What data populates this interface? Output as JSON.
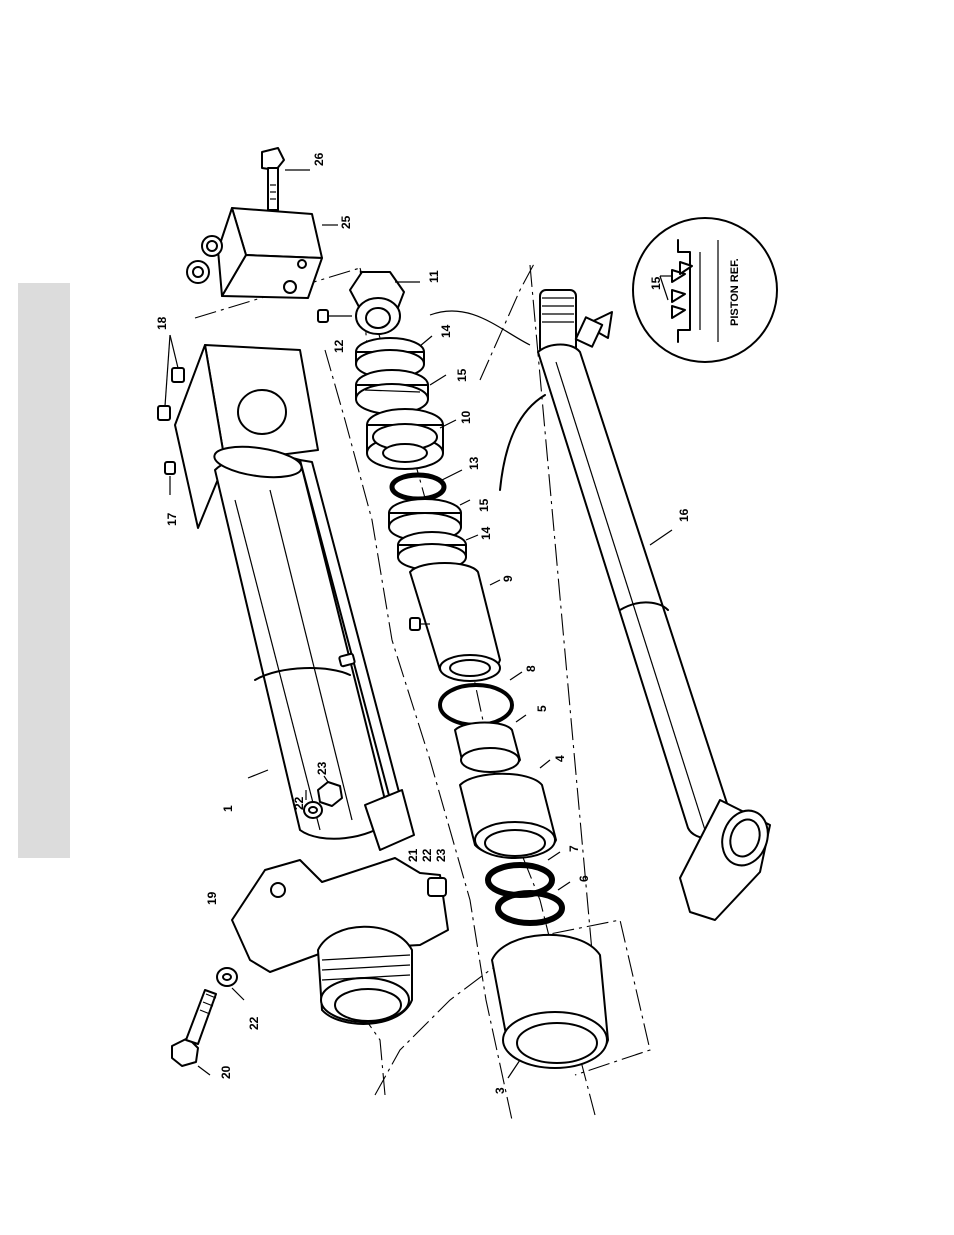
{
  "labels": {
    "p1": "1",
    "p3": "3",
    "p4": "4",
    "p5": "5",
    "p6": "6",
    "p7": "7",
    "p8": "8",
    "p9": "9",
    "p10": "10",
    "p11": "11",
    "p12": "12",
    "p13": "13",
    "p14a": "14",
    "p14b": "14",
    "p15a": "15",
    "p15b": "15",
    "p16": "16",
    "p17": "17",
    "p18": "18",
    "p19": "19",
    "p20": "20",
    "p21": "21",
    "p22a": "22",
    "p22b": "22",
    "p22c": "22",
    "p23a": "23",
    "p23b": "23",
    "p25": "25",
    "p26": "26"
  },
  "inset": {
    "title": "PISTON REF.",
    "part": "15"
  }
}
